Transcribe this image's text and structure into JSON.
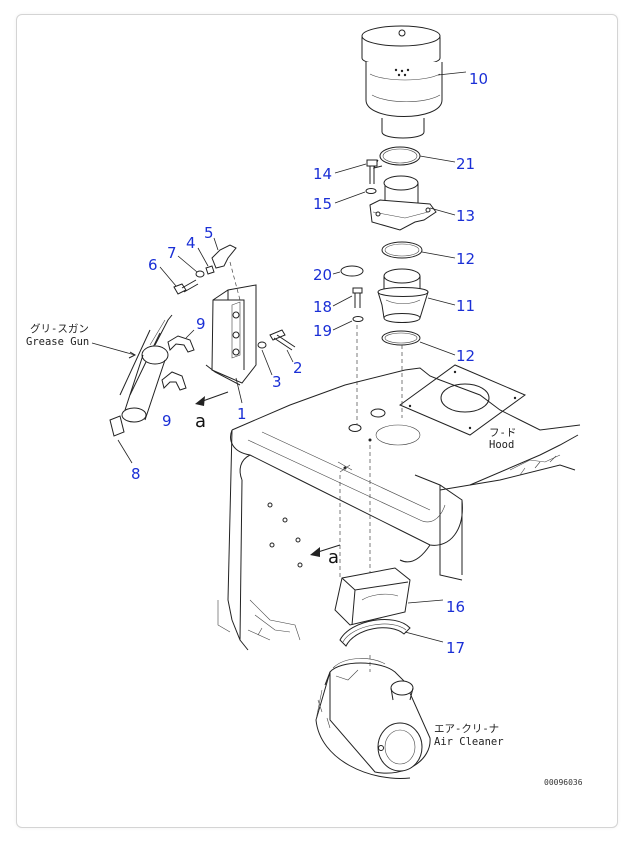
{
  "diagram": {
    "callouts": [
      "1",
      "2",
      "3",
      "4",
      "5",
      "6",
      "7",
      "8",
      "9",
      "9",
      "10",
      "11",
      "12",
      "12",
      "13",
      "14",
      "15",
      "16",
      "17",
      "18",
      "19",
      "20",
      "21"
    ],
    "labels": {
      "grease_gun_jp": "グリ-スガン",
      "grease_gun_en": "Grease Gun",
      "hood_jp": "フ-ド",
      "hood_en": "Hood",
      "air_cleaner_jp": "エア-クリ-ナ",
      "air_cleaner_en": "Air Cleaner",
      "view_a": "a",
      "view_a2": "a"
    },
    "drawing_code": "00096036"
  }
}
